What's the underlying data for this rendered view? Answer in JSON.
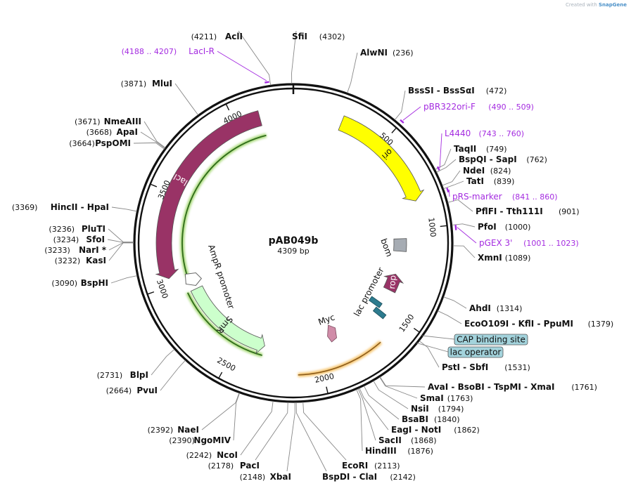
{
  "credit": {
    "prefix": "Created with",
    "brand": "SnapGene"
  },
  "plasmid": {
    "name": "pAB049b",
    "size_label": "4309 bp",
    "length": 4309
  },
  "ticks": [
    {
      "pos": 500,
      "label": "500"
    },
    {
      "pos": 1000,
      "label": "1000"
    },
    {
      "pos": 1500,
      "label": "1500"
    },
    {
      "pos": 2000,
      "label": "2000"
    },
    {
      "pos": 2500,
      "label": "2500"
    },
    {
      "pos": 3000,
      "label": "3000"
    },
    {
      "pos": 3500,
      "label": "3500"
    },
    {
      "pos": 4000,
      "label": "4000"
    }
  ],
  "features": [
    {
      "id": "ori",
      "label": "ori",
      "start": 260,
      "end": 850,
      "dir": 1,
      "ring": "mid",
      "color": "#ffff00",
      "text_color": "#111111"
    },
    {
      "id": "bom",
      "label": "bom",
      "start": 1050,
      "end": 1130,
      "dir": 0,
      "ring": "inner",
      "color": "#a6acb3",
      "text_color": "#111111"
    },
    {
      "id": "rop",
      "label": "rop",
      "start": 1280,
      "end": 1390,
      "dir": -1,
      "ring": "inner",
      "color": "#993366",
      "text_color": "#ffffff"
    },
    {
      "id": "lacI",
      "label": "lacI",
      "start": 3040,
      "end": 4130,
      "dir": -1,
      "ring": "mid",
      "color": "#993366",
      "text_color": "#ffffff"
    },
    {
      "id": "AmpR promoter",
      "label": "AmpR promoter",
      "start": 2960,
      "end": 3000,
      "dir": 1,
      "ring": "inner",
      "color": "#ffffff",
      "text_color": "#111111"
    },
    {
      "id": "SmR",
      "label": "SmR",
      "start": 2340,
      "end": 2930,
      "dir": -1,
      "ring": "inner",
      "color": "#ccffcc",
      "text_color": "#111111"
    },
    {
      "id": "lac promoter",
      "label": "lac promoter",
      "start": 1520,
      "end": 1560,
      "dir": 0,
      "ring": "inner",
      "color": "#2d7b8e",
      "text_color": "#111111"
    },
    {
      "id": "Myc",
      "label": "Myc",
      "start": 1860,
      "end": 1890,
      "dir": 1,
      "ring": "inner",
      "color": "#d08ca8",
      "text_color": "#111111"
    }
  ],
  "sites": [
    {
      "name": "SfiI",
      "pos_label": "(4302)",
      "pos": 4302
    },
    {
      "name": "AlwNI",
      "pos_label": "(236)",
      "pos": 236
    },
    {
      "name": "BssSI - BssSαI",
      "pos_label": "(472)",
      "pos": 472
    },
    {
      "name": "TaqII",
      "pos_label": "(749)",
      "pos": 749
    },
    {
      "name": "BspQI - SapI",
      "pos_label": "(762)",
      "pos": 762
    },
    {
      "name": "NdeI",
      "pos_label": "(824)",
      "pos": 824
    },
    {
      "name": "TatI",
      "pos_label": "(839)",
      "pos": 839
    },
    {
      "name": "PflFI - Tth111I",
      "pos_label": "(901)",
      "pos": 901
    },
    {
      "name": "PfoI",
      "pos_label": "(1000)",
      "pos": 1000
    },
    {
      "name": "XmnI",
      "pos_label": "(1089)",
      "pos": 1089
    },
    {
      "name": "AhdI",
      "pos_label": "(1314)",
      "pos": 1314
    },
    {
      "name": "EcoO109I - KflI - PpuMI",
      "pos_label": "(1379)",
      "pos": 1379
    },
    {
      "name": "PstI - SbfI",
      "pos_label": "(1531)",
      "pos": 1531
    },
    {
      "name": "AvaI - BsoBI - TspMI - XmaI",
      "pos_label": "(1761)",
      "pos": 1761
    },
    {
      "name": "SmaI",
      "pos_label": "(1763)",
      "pos": 1763
    },
    {
      "name": "NsiI",
      "pos_label": "(1794)",
      "pos": 1794
    },
    {
      "name": "BsaBI",
      "pos_label": "(1840)",
      "pos": 1840
    },
    {
      "name": "EagI - NotI",
      "pos_label": "(1862)",
      "pos": 1862
    },
    {
      "name": "SacII",
      "pos_label": "(1868)",
      "pos": 1868
    },
    {
      "name": "HindIII",
      "pos_label": "(1876)",
      "pos": 1876
    },
    {
      "name": "EcoRI",
      "pos_label": "(2113)",
      "pos": 2113
    },
    {
      "name": "BspDI - ClaI",
      "pos_label": "(2142)",
      "pos": 2142
    },
    {
      "name": "XbaI",
      "pos_label": "(2148)",
      "pos": 2148
    },
    {
      "name": "PacI",
      "pos_label": "(2178)",
      "pos": 2178
    },
    {
      "name": "NcoI",
      "pos_label": "(2242)",
      "pos": 2242
    },
    {
      "name": "NgoMIV",
      "pos_label": "(2390)",
      "pos": 2390
    },
    {
      "name": "NaeI",
      "pos_label": "(2392)",
      "pos": 2392
    },
    {
      "name": "PvuI",
      "pos_label": "(2664)",
      "pos": 2664
    },
    {
      "name": "BlpI",
      "pos_label": "(2731)",
      "pos": 2731
    },
    {
      "name": "BspHI",
      "pos_label": "(3090)",
      "pos": 3090
    },
    {
      "name": "KasI",
      "pos_label": "(3232)",
      "pos": 3232
    },
    {
      "name": "NarI *",
      "pos_label": "(3233)",
      "pos": 3233
    },
    {
      "name": "SfoI",
      "pos_label": "(3234)",
      "pos": 3234
    },
    {
      "name": "PluTI",
      "pos_label": "(3236)",
      "pos": 3236
    },
    {
      "name": "HincII - HpaI",
      "pos_label": "(3369)",
      "pos": 3369
    },
    {
      "name": "PspOMI",
      "pos_label": "(3664)",
      "pos": 3664
    },
    {
      "name": "ApaI",
      "pos_label": "(3668)",
      "pos": 3668
    },
    {
      "name": "NmeAIII",
      "pos_label": "(3671)",
      "pos": 3671
    },
    {
      "name": "MluI",
      "pos_label": "(3871)",
      "pos": 3871
    },
    {
      "name": "AclI",
      "pos_label": "(4211)",
      "pos": 4211
    }
  ],
  "primers": [
    {
      "name": "LacI-R",
      "range_label": "(4188 .. 4207)",
      "start": 4188,
      "end": 4207
    },
    {
      "name": "pBR322ori-F",
      "range_label": "(490 .. 509)",
      "start": 490,
      "end": 509
    },
    {
      "name": "L4440",
      "range_label": "(743 .. 760)",
      "start": 743,
      "end": 760
    },
    {
      "name": "pRS-marker",
      "range_label": "(841 .. 860)",
      "start": 841,
      "end": 860
    },
    {
      "name": "pGEX 3'",
      "range_label": "(1001 .. 1023)",
      "start": 1001,
      "end": 1023
    }
  ],
  "boxed_features": [
    {
      "name": "CAP binding site",
      "pos": 1505,
      "fill": "#a3d3dc"
    },
    {
      "name": "lac operator",
      "pos": 1545,
      "fill": "#a3d3dc"
    }
  ]
}
